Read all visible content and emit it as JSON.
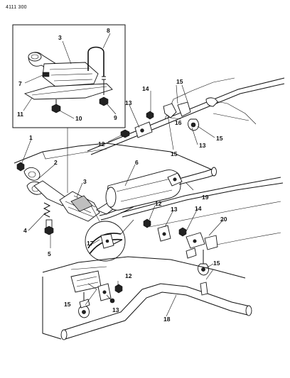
{
  "diagram_code": "4111 300",
  "callouts": [
    "1",
    "2",
    "3",
    "4",
    "5",
    "6",
    "7",
    "8",
    "9",
    "10",
    "11",
    "12",
    "13",
    "14",
    "15",
    "16",
    "17",
    "18",
    "19",
    "20"
  ]
}
